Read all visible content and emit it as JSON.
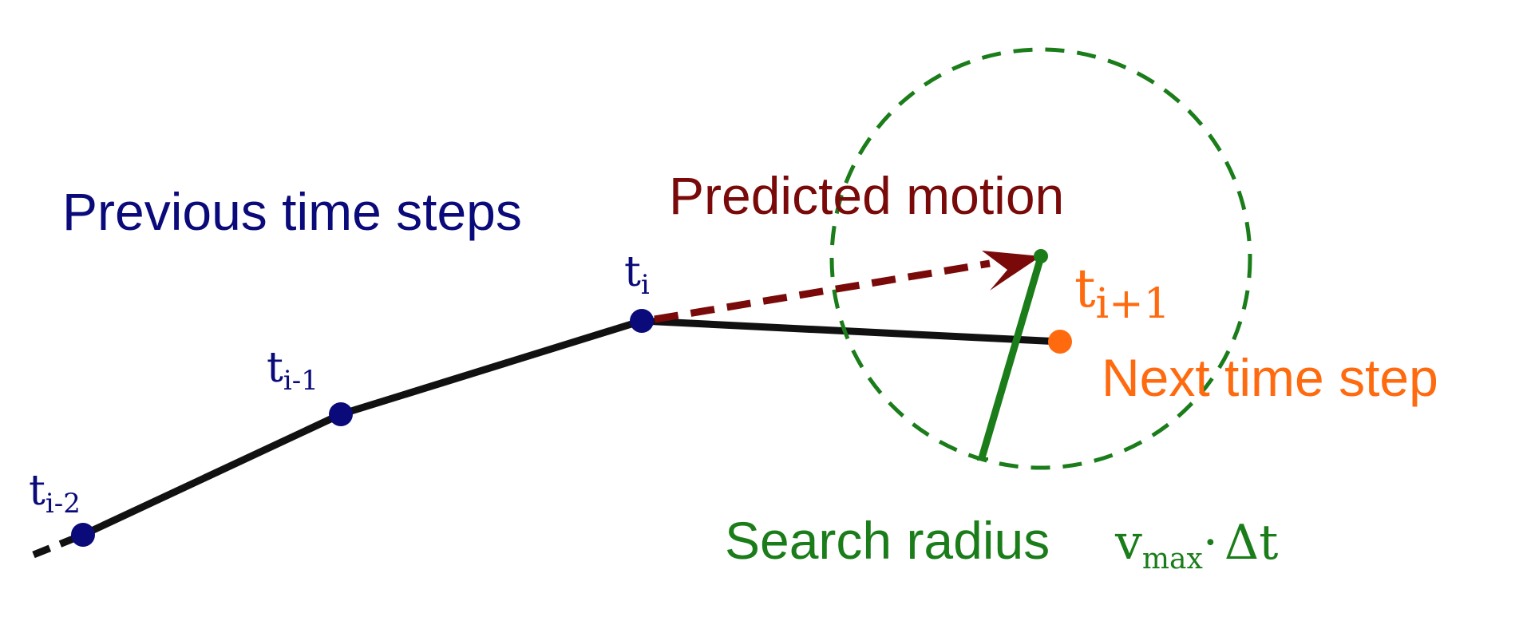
{
  "labels": {
    "previous": "Previous time steps",
    "predicted": "Predicted motion",
    "next": "Next time step",
    "search": "Search radius"
  },
  "time_labels": {
    "t_base": "t",
    "t_i_minus_2_sub": "i-2",
    "t_i_minus_1_sub": "i-1",
    "t_i_sub": "i",
    "t_i_plus_1_sub": "i+1"
  },
  "formula": {
    "v": "v",
    "v_sub": "max",
    "dot": "·",
    "delta_t": "Δt"
  },
  "colors": {
    "previous": "#0a0a7a",
    "predicted": "#7a0a0a",
    "next": "#ff6a0f",
    "search": "#1a7d1a",
    "track": "#111111"
  }
}
